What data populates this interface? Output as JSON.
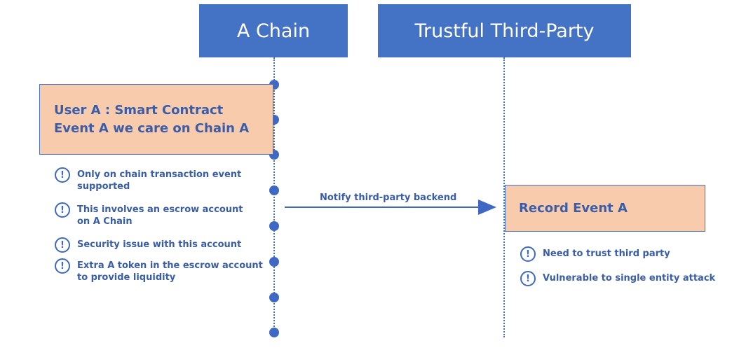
{
  "participants": {
    "chain": "A Chain",
    "third_party": "Trustful Third-Party"
  },
  "events": {
    "user_a_line1": "User A : Smart Contract",
    "user_a_line2": "Event A we care on Chain A",
    "record": "Record Event A"
  },
  "message": {
    "label": "Notify third-party backend"
  },
  "notes_chain": [
    {
      "line1": "Only on chain transaction event",
      "line2": "supported"
    },
    {
      "line1": "This involves an escrow account",
      "line2": "on A Chain"
    },
    {
      "line1": "Security issue with this account",
      "line2": ""
    },
    {
      "line1": "Extra A token in the escrow account",
      "line2": "to provide liquidity"
    }
  ],
  "notes_third": [
    {
      "line1": "Need to trust third party"
    },
    {
      "line1": "Vulnerable to single entity attack"
    }
  ],
  "icons": {
    "warning": "!"
  },
  "colors": {
    "header_fill": "#4472c4",
    "event_fill": "#f8cbad",
    "text_blue": "#3a5da9",
    "dot_blue": "#3f68c4"
  }
}
